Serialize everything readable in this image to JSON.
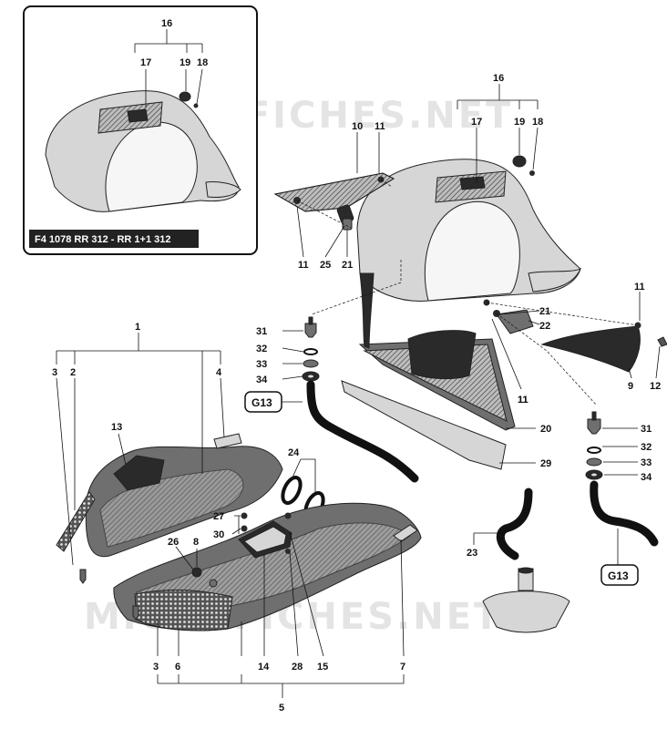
{
  "inset": {
    "model_label": "F4 1078 RR 312 - RR 1+1 312"
  },
  "watermarks": [
    "MICROFICHES.NET",
    "MICROFICHES.NET"
  ],
  "reference_tags": [
    "G13",
    "G13"
  ],
  "callouts": [
    "16",
    "17",
    "19",
    "18",
    "16",
    "17",
    "19",
    "18",
    "10",
    "11",
    "11",
    "25",
    "21",
    "11",
    "31",
    "32",
    "33",
    "34",
    "21",
    "22",
    "11",
    "9",
    "12",
    "11",
    "20",
    "29",
    "31",
    "32",
    "33",
    "34",
    "1",
    "3",
    "2",
    "4",
    "13",
    "24",
    "27",
    "8",
    "26",
    "30",
    "23",
    "3",
    "6",
    "14",
    "28",
    "15",
    "7",
    "5"
  ],
  "colors": {
    "ink": "#111111",
    "tag_bg": "#222222",
    "part_dark": "#2a2a2a",
    "part_mid": "#6f6f6f",
    "part_light": "#d6d6d6"
  }
}
